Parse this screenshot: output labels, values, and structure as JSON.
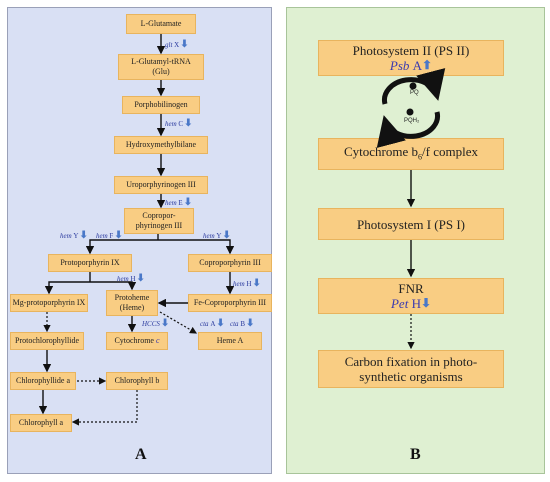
{
  "panel_a": {
    "label": "A",
    "nodes": {
      "glutamate": "L-Glutamate",
      "glutamyl_trna_1": "L-Glutamyl-tRNA",
      "glutamyl_trna_2": "(Glu)",
      "porphobilinogen": "Porphobilinogen",
      "hydroxymethylbilane": "Hydroxymethylbilane",
      "uroporphyrinogen": "Uroporphyrinogen III",
      "coproporphyrinogen_1": "Copropor-",
      "coproporphyrinogen_2": "phyrinogen III",
      "protoporphyrin": "Protoporphyrin IX",
      "coproporphyrin": "Coproporphyrin III",
      "mg_protoporphyrin": "Mg-protoporphyrin IX",
      "protoheme_1": "Protoheme",
      "protoheme_2": "(Heme)",
      "fe_coproporphyrin": "Fe-Coproporphyrin III",
      "protochlorophyllide": "Protochlorophyllide",
      "cytochrome_c": "Cytochrome",
      "cytochrome_c_letter": "c",
      "heme_a": "Heme A",
      "chlorophyllide_a": "Chlorophyllide a",
      "chlorophyll_b": "Chlorophyll  b",
      "chlorophyll_a": "Chlorophyll a"
    },
    "genes": {
      "glt_x": {
        "name": "glt",
        "suffix": "X"
      },
      "hem_c": {
        "name": "hem",
        "suffix": "C"
      },
      "hem_e": {
        "name": "hem",
        "suffix": "E"
      },
      "hem_y_left": {
        "name": "hem",
        "suffix": "Y"
      },
      "hem_f": {
        "name": "hem",
        "suffix": "F"
      },
      "hem_y_right": {
        "name": "hem",
        "suffix": "Y"
      },
      "hem_h_left": {
        "name": "hem",
        "suffix": "H"
      },
      "hem_h_right": {
        "name": "hem",
        "suffix": "H"
      },
      "hccs": {
        "name": "HCCS",
        "suffix": ""
      },
      "cta_a": {
        "name": "cta",
        "suffix": "A"
      },
      "cta_b": {
        "name": "cta",
        "suffix": "B"
      }
    }
  },
  "panel_b": {
    "label": "B",
    "ps2_title": "Photosystem II (PS II)",
    "psb_name": "Psb",
    "psb_suffix": "A",
    "pq": "PQ",
    "pqh2": "PQH₂",
    "cytochrome_prefix": "Cytochrome b",
    "cytochrome_sub": "6",
    "cytochrome_suffix": "/f complex",
    "ps1": "Photosystem I (PS I)",
    "fnr": "FNR",
    "pet_name": "Pet",
    "pet_suffix": "H",
    "carbon_1": "Carbon fixation in photo-",
    "carbon_2": "synthetic organisms"
  },
  "colors": {
    "panel_a_bg": "#d9e0f4",
    "panel_b_bg": "#dff0d2",
    "box_fill": "#f9cd83",
    "gene_text": "#2a3a9e",
    "down_arrow": "#4a78c8"
  },
  "icons": {
    "down": "down-arrow-icon",
    "up": "up-arrow-icon"
  }
}
